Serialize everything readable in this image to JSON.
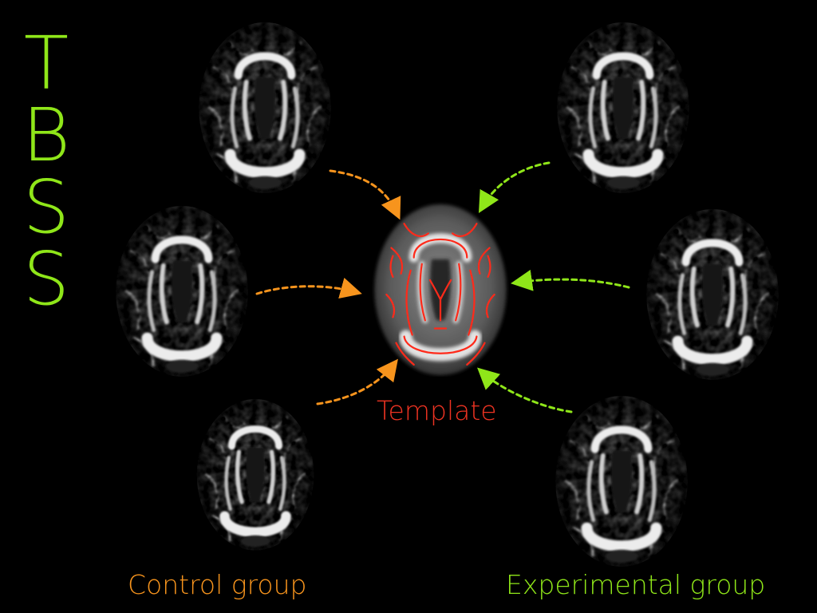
{
  "title": [
    "T",
    "B",
    "S",
    "S"
  ],
  "template": {
    "label": "Template"
  },
  "groups": {
    "control": {
      "label": "Control group"
    },
    "experimental": {
      "label": "Experimental group"
    }
  },
  "colors": {
    "title": "#8fe619",
    "control": "#f7941d",
    "experimental": "#8fe619",
    "template": "#ee3322",
    "skeleton": "#ff2a1a",
    "background": "#000000"
  }
}
